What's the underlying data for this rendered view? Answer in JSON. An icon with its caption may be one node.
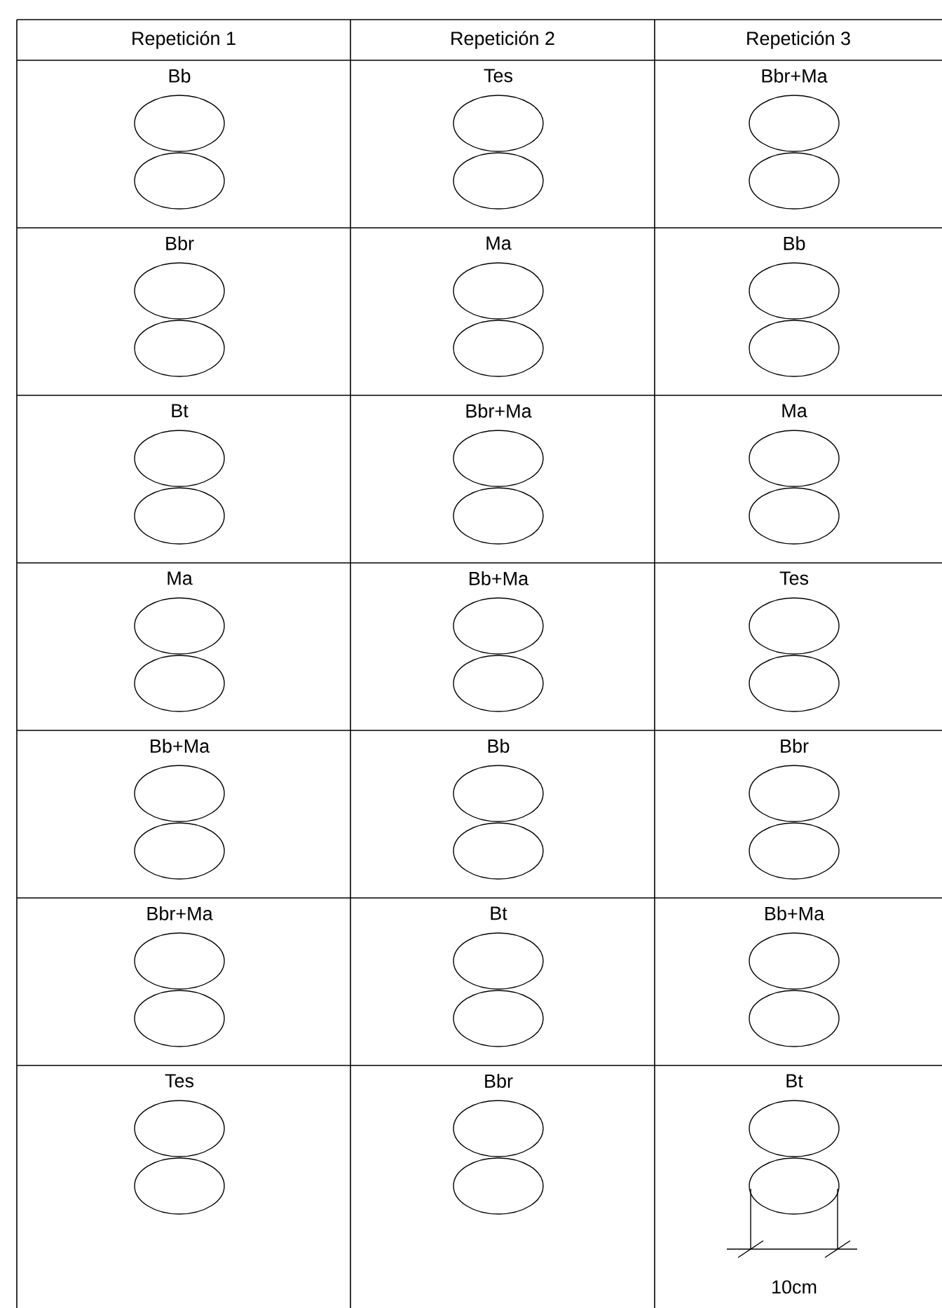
{
  "diagram": {
    "labels": [
      "Repetición 1",
      "Repetición 2",
      "Repetición 3",
      "Bb",
      "Tes",
      "Bbr+Ma",
      "Bbr",
      "Ma",
      "Bb",
      "Bt",
      "Bbr+Ma",
      "Ma",
      "Ma",
      "Bb+Ma",
      "Tes",
      "Bb+Ma",
      "Bb",
      "Bbr",
      "Bbr+Ma",
      "Bt",
      "Bb+Ma",
      "Tes",
      "Bbr",
      "Bt",
      "10cm"
    ]
  }
}
